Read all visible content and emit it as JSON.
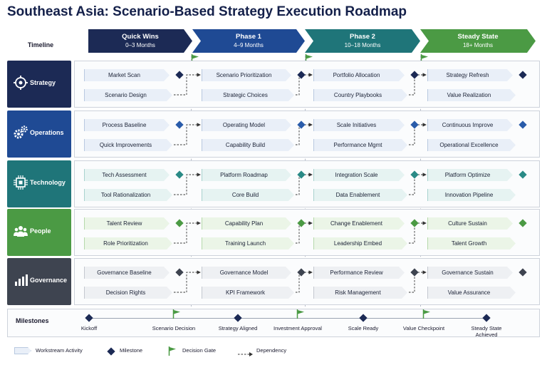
{
  "title": "Southeast Asia: Scenario-Based Strategy Execution Roadmap",
  "timeline_label": "Timeline",
  "phases": [
    {
      "title": "Quick Wins",
      "duration": "0–3 Months",
      "color": "#1c2a55"
    },
    {
      "title": "Phase 1",
      "duration": "4–9 Months",
      "color": "#1f4a94"
    },
    {
      "title": "Phase 2",
      "duration": "10–18 Months",
      "color": "#1f7579"
    },
    {
      "title": "Steady State",
      "duration": "18+ Months",
      "color": "#4b9a44"
    }
  ],
  "rows": [
    {
      "name": "Strategy",
      "icon": "target-icon",
      "color": "#1c2a55",
      "diamond": "#1c2a55",
      "box_fill": "#e9eff8",
      "box_border": "#b9c9e0",
      "activities": [
        [
          "Market Scan",
          "Scenario Design"
        ],
        [
          "Scenario Prioritization",
          "Strategic Choices"
        ],
        [
          "Portfolio Allocation",
          "Country Playbooks"
        ],
        [
          "Strategy Refresh",
          "Value Realization"
        ]
      ]
    },
    {
      "name": "Operations",
      "icon": "gears-icon",
      "color": "#1f4a94",
      "diamond": "#2a5caa",
      "box_fill": "#e9eff8",
      "box_border": "#b9c9e0",
      "activities": [
        [
          "Process Baseline",
          "Quick Improvements"
        ],
        [
          "Operating Model",
          "Capability Build"
        ],
        [
          "Scale Initiatives",
          "Performance Mgmt"
        ],
        [
          "Continuous Improve",
          "Operational Excellence"
        ]
      ]
    },
    {
      "name": "Technology",
      "icon": "chip-icon",
      "color": "#1f7579",
      "diamond": "#2a8a86",
      "box_fill": "#e6f3f2",
      "box_border": "#a9d2cf",
      "activities": [
        [
          "Tech Assessment",
          "Tool Rationalization"
        ],
        [
          "Platform Roadmap",
          "Core Build"
        ],
        [
          "Integration Scale",
          "Data Enablement"
        ],
        [
          "Platform Optimize",
          "Innovation Pipeline"
        ]
      ]
    },
    {
      "name": "People",
      "icon": "people-icon",
      "color": "#4b9a44",
      "diamond": "#4b9a44",
      "box_fill": "#ebf5e7",
      "box_border": "#b6d9ac",
      "activities": [
        [
          "Talent Review",
          "Role Prioritization"
        ],
        [
          "Capability Plan",
          "Training Launch"
        ],
        [
          "Change Enablement",
          "Leadership Embed"
        ],
        [
          "Culture Sustain",
          "Talent Growth"
        ]
      ]
    },
    {
      "name": "Governance",
      "icon": "bar-chart-icon",
      "color": "#3e4450",
      "diamond": "#3e4450",
      "box_fill": "#eef0f3",
      "box_border": "#c4c8d0",
      "activities": [
        [
          "Governance Baseline",
          "Decision Rights"
        ],
        [
          "Governance Model",
          "KPI Framework"
        ],
        [
          "Performance Review",
          "Risk Management"
        ],
        [
          "Governance Sustain",
          "Value Assurance"
        ]
      ]
    }
  ],
  "milestones_label": "Milestones",
  "milestones": [
    {
      "label": "Kickoff",
      "type": "diamond"
    },
    {
      "label": "Scenario Decision",
      "type": "flag"
    },
    {
      "label": "Strategy Aligned",
      "type": "diamond"
    },
    {
      "label": "Investment Approval",
      "type": "flag"
    },
    {
      "label": "Scale Ready",
      "type": "diamond"
    },
    {
      "label": "Value Checkpoint",
      "type": "flag"
    },
    {
      "label": "Steady State Achieved",
      "type": "diamond"
    }
  ],
  "legend": {
    "activity": "Workstream Activity",
    "milestone": "Milestone",
    "gate": "Decision Gate",
    "dependency": "Dependency"
  }
}
